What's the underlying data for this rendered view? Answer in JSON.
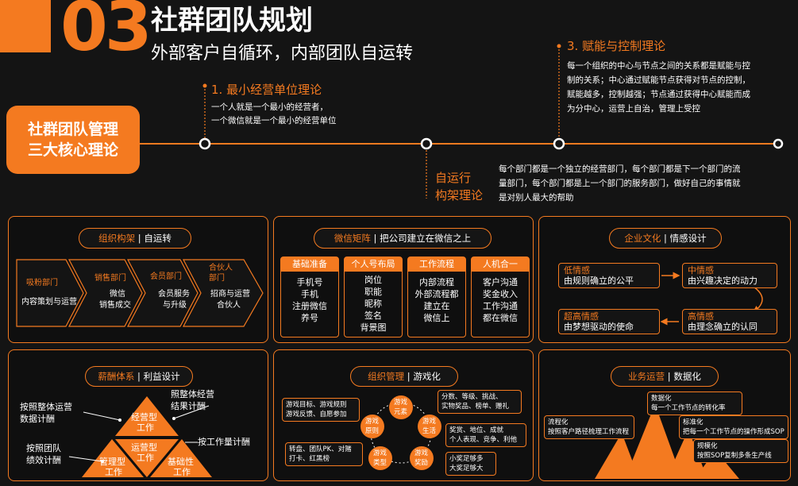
{
  "header": {
    "number": "03",
    "title": "社群团队规划",
    "subtitle": "外部客户自循环，内部团队自运转"
  },
  "core": {
    "label_line1": "社群团队管理",
    "label_line2": "三大核心理论"
  },
  "theory1": {
    "title": "1. 最小经营单位理论",
    "line1": "一个人就是一个最小的经营者，",
    "line2": "一个微信就是一个最小的经营单位"
  },
  "theory2": {
    "title_line1": "自运行",
    "title_line2": "构架理论",
    "line1": "每个部门都是一个独立的经营部门，每个部门都是下一个部门的流",
    "line2": "量部门，每个部门都是上一个部门的服务部门，做好自己的事情就",
    "line3": "是对别人最大的帮助"
  },
  "theory3": {
    "title": "3. 赋能与控制理论",
    "line1": "每一个组织的中心与节点之间的关系都是赋能与控",
    "line2": "制的关系；中心通过赋能节点获得对节点的控制，",
    "line3": "赋能越多，控制越强；节点通过获得中心赋能而成",
    "line4": "为分中心，运营上自治，管理上受控"
  },
  "org": {
    "pill_a": "组织构架",
    "pill_b": "自运转",
    "steps": [
      {
        "title": "吸粉部门",
        "desc1": "内容策划与运营",
        "desc2": ""
      },
      {
        "title": "销售部门",
        "desc1": "微信",
        "desc2": "销售成交"
      },
      {
        "title": "会员部门",
        "desc1": "会员服务",
        "desc2": "与升级"
      },
      {
        "title": "合伙人\n部门",
        "desc1": "招商与运营",
        "desc2": "合伙人"
      }
    ]
  },
  "wechat": {
    "pill_a": "微信矩阵",
    "pill_b": "把公司建立在微信之上",
    "cols": [
      {
        "head": "基础准备",
        "items": [
          "手机号",
          "手机",
          "注册微信",
          "养号"
        ]
      },
      {
        "head": "个人号布局",
        "items": [
          "岗位",
          "职能",
          "昵称",
          "签名",
          "背景图"
        ]
      },
      {
        "head": "工作流程",
        "items": [
          "内部流程",
          "外部流程都",
          "建立在",
          "微信上"
        ]
      },
      {
        "head": "人机合一",
        "items": [
          "客户沟通",
          "奖金收入",
          "工作沟通",
          "都在微信"
        ]
      }
    ]
  },
  "culture": {
    "pill_a": "企业文化",
    "pill_b": "情感设计",
    "items": [
      {
        "t": "低情感",
        "d": "由规则确立的公平"
      },
      {
        "t": "中情感",
        "d": "由兴趣决定的动力"
      },
      {
        "t": "超高情感",
        "d": "由梦想驱动的使命"
      },
      {
        "t": "高情感",
        "d": "由理念确立的认同"
      }
    ]
  },
  "pay": {
    "pill_a": "薪酬体系",
    "pill_b": "利益设计",
    "left1_l1": "按照整体运营",
    "left1_l2": "数据计酬",
    "left2_l1": "按照团队",
    "left2_l2": "绩效计酬",
    "right1_l1": "照整体经营",
    "right1_l2": "结果计酬",
    "right2": "按工作量计酬",
    "tri_top_l1": "经营型",
    "tri_top_l2": "工作",
    "tri_mid_l1": "运营型",
    "tri_mid_l2": "工作",
    "tri_left_l1": "管理型",
    "tri_left_l2": "工作",
    "tri_right_l1": "基础性",
    "tri_right_l2": "工作"
  },
  "game": {
    "pill_a": "组织管理",
    "pill_b": "游戏化",
    "center": [
      "游戏",
      "元素"
    ],
    "nodes": [
      {
        "l1": "游戏",
        "l2": "原则"
      },
      {
        "l1": "游戏",
        "l2": "生活"
      },
      {
        "l1": "游戏",
        "l2": "类型"
      },
      {
        "l1": "游戏",
        "l2": "奖励"
      }
    ],
    "box_tl_l1": "游戏目标、游戏规则",
    "box_tl_l2": "游戏反馈、自愿参加",
    "box_tr_l1": "分数、等级、挑战、",
    "box_tr_l2": "实物奖品、榜单、赠礼",
    "box_mr_l1": "奖赏、地位、成就",
    "box_mr_l2": "个人表现、竞争、利他",
    "box_bl_l1": "转盘、团队PK、对赌",
    "box_bl_l2": "打卡、红黑榜",
    "box_br_l1": "小奖足够多",
    "box_br_l2": "大奖足够大"
  },
  "ops": {
    "pill_a": "业务运营",
    "pill_b": "数据化",
    "items": [
      {
        "t": "数据化",
        "d": "每一个工作节点的转化率"
      },
      {
        "t": "流程化",
        "d": "按照客户路径梳理工作流程"
      },
      {
        "t": "标准化",
        "d": "把每一个工作节点的操作形成SOP"
      },
      {
        "t": "规模化",
        "d": "按照SOP复制多条生产线"
      }
    ]
  },
  "colors": {
    "accent": "#f47a20",
    "bg": "#141414"
  }
}
